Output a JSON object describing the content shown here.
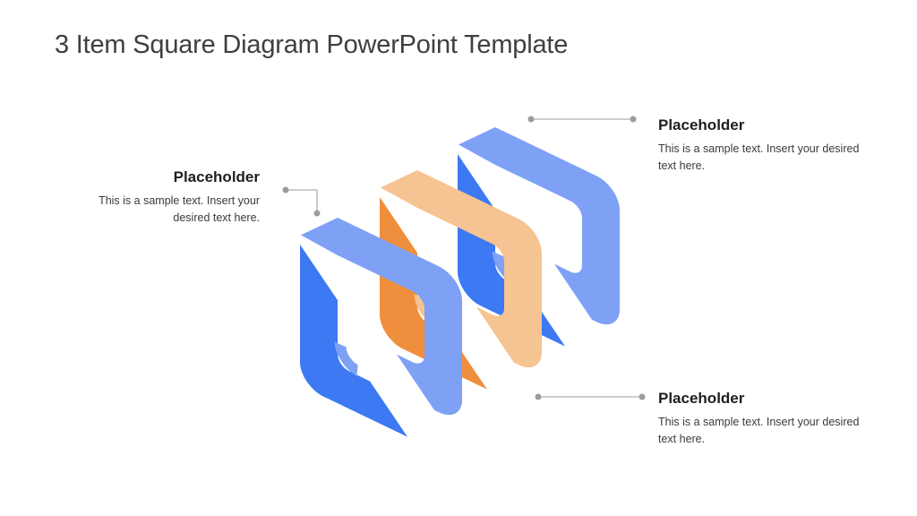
{
  "slide": {
    "title": "3 Item Square Diagram PowerPoint Template"
  },
  "colors": {
    "blue_dark": "#3d79f2",
    "blue_light": "#7ea1f6",
    "orange_dark": "#ef8f3d",
    "orange_light": "#f6c392",
    "connector_line": "#b0b0b0",
    "connector_dot": "#9c9c9c",
    "title_text": "#3f3f3f",
    "heading_text": "#1f1f1f",
    "body_text": "#3a3a3a"
  },
  "callouts": [
    {
      "position": "top-right",
      "label": "Placeholder",
      "body": "This is a sample text. Insert your desired text here."
    },
    {
      "position": "left",
      "label": "Placeholder",
      "body": "This is a sample text. Insert your desired text here."
    },
    {
      "position": "bottom-right",
      "label": "Placeholder",
      "body": "This is a sample text. Insert your desired text here."
    }
  ],
  "diagram": {
    "items": [
      {
        "name": "square-item-back",
        "color": "blue"
      },
      {
        "name": "square-item-middle",
        "color": "orange"
      },
      {
        "name": "square-item-front",
        "color": "blue"
      }
    ]
  }
}
